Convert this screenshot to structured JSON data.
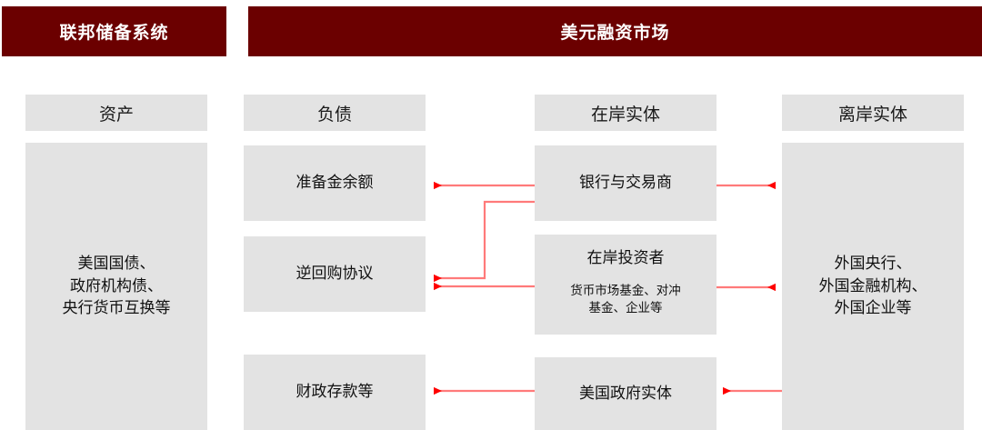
{
  "banners": {
    "left": "联邦储备系统",
    "right": "美元融资市场"
  },
  "column_headers": {
    "assets": "资产",
    "liabilities": "负债",
    "onshore": "在岸实体",
    "offshore": "离岸实体"
  },
  "nodes": {
    "assets": "美国国债、\n政府机构债、\n央行货币互换等",
    "reserves": "准备金余额",
    "reverse_repo": "逆回购协议",
    "treasury_deposits": "财政存款等",
    "banks_dealers": "银行与交易商",
    "onshore_investors_title": "在岸投资者",
    "onshore_investors_sub": "货币市场基金、对冲\n基金、企业等",
    "us_government": "美国政府实体",
    "offshore": "外国央行、\n外国金融机构、\n外国企业等"
  },
  "colors": {
    "banner": "#6B0000",
    "node_fill": "#E3E3E3",
    "arrow": "#FF6B6B",
    "arrow_head": "#FF0000",
    "page_background": "#FFFFFF",
    "text": "#111111",
    "banner_text": "#FFFFFF"
  },
  "arrows": [
    {
      "name": "banks-to-reserves",
      "from": "银行与交易商",
      "to": "准备金余额",
      "direction": "left"
    },
    {
      "name": "banks-to-reverse-repo",
      "from": "银行与交易商",
      "to": "逆回购协议",
      "direction": "left-elbow"
    },
    {
      "name": "investors-to-reverse-repo",
      "from": "在岸投资者",
      "to": "逆回购协议",
      "direction": "left"
    },
    {
      "name": "government-to-treasury-deposits",
      "from": "美国政府实体",
      "to": "财政存款等",
      "direction": "left"
    },
    {
      "name": "banks-to-offshore",
      "from": "银行与交易商",
      "to": "离岸实体",
      "direction": "right"
    },
    {
      "name": "investors-to-offshore",
      "from": "在岸投资者",
      "to": "离岸实体",
      "direction": "right"
    },
    {
      "name": "offshore-to-government",
      "from": "离岸实体",
      "to": "美国政府实体",
      "direction": "left"
    }
  ]
}
